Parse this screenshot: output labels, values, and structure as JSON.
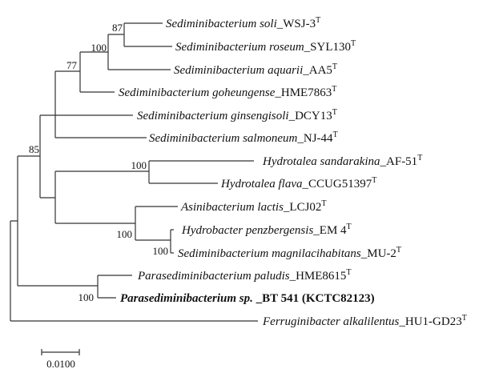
{
  "tree": {
    "leaves": [
      {
        "species": "Sediminibacterium soli",
        "strain": "_WSJ-3",
        "type_mark": "T"
      },
      {
        "species": "Sediminibacterium roseum",
        "strain": "_SYL130",
        "type_mark": "T"
      },
      {
        "species": "Sediminibacterium aquarii",
        "strain": "_AA5",
        "type_mark": "T"
      },
      {
        "species": "Sediminibacterium goheungense",
        "strain": "_HME7863",
        "type_mark": "T"
      },
      {
        "species": "Sediminibacterium ginsengisoli",
        "strain": "_DCY13",
        "type_mark": "T"
      },
      {
        "species": "Sediminibacterium salmoneum",
        "strain": "_NJ-44",
        "type_mark": "T"
      },
      {
        "species": "Hydrotalea sandarakina",
        "strain": "_AF-51",
        "type_mark": "T"
      },
      {
        "species": "Hydrotalea flava",
        "strain": "_CCUG51397",
        "type_mark": "T"
      },
      {
        "species": "Asinibacterium lactis",
        "strain": "_LCJ02",
        "type_mark": "T"
      },
      {
        "species": "Hydrobacter penzbergensis",
        "strain": "_EM 4",
        "type_mark": "T"
      },
      {
        "species": "Sediminibacterium magnilacihabitans",
        "strain": "_MU-2",
        "type_mark": "T"
      },
      {
        "species": "Parasediminibacterium paludis",
        "strain": "_HME8615",
        "type_mark": "T"
      },
      {
        "species": "Parasediminibacterium sp.",
        "strain": " _BT 541 (KCTC82123)",
        "type_mark": ""
      },
      {
        "species": "Ferruginibacter alkalilentus",
        "strain": "_HU1-GD23",
        "type_mark": "T"
      }
    ],
    "bootstrap": {
      "soli_roseum": "87",
      "soli_aquarii": "100",
      "soli_goheungense": "77",
      "sedimini_hydrotalea": "85",
      "hydrotalea": "100",
      "asini_clade": "100",
      "hydrobacter_magnil": "100",
      "parasedimini": "100"
    },
    "scale_bar": "0.0100"
  }
}
